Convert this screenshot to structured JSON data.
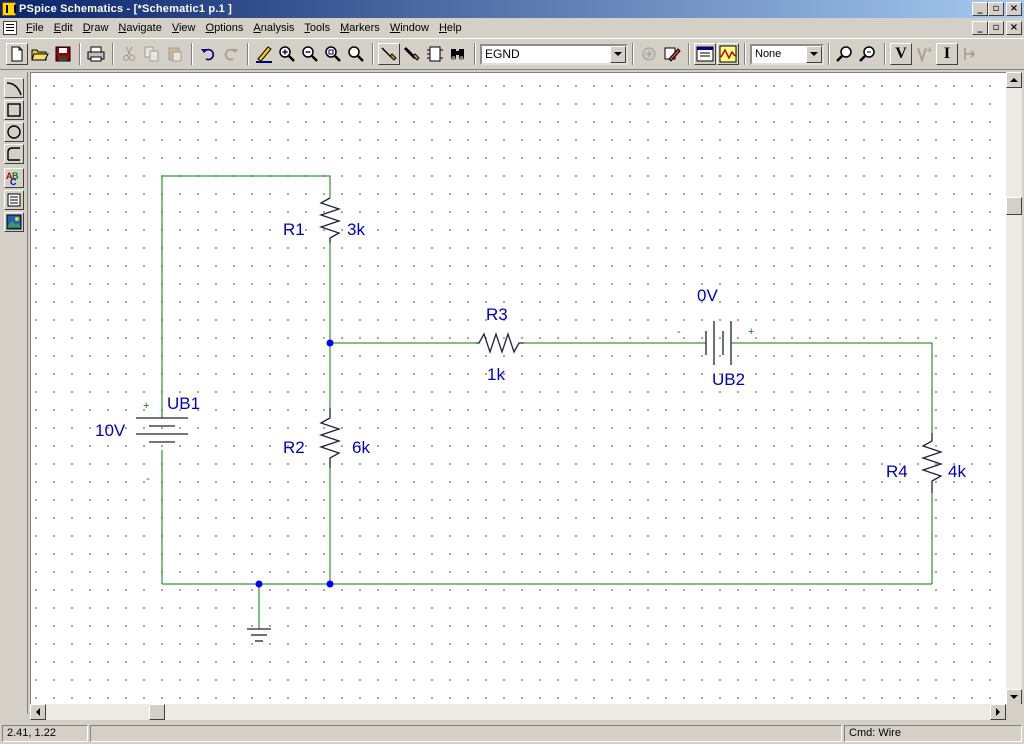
{
  "window": {
    "title": "PSpice Schematics - [*Schematic1  p.1   ]",
    "controls": [
      "_",
      "▫",
      "×"
    ]
  },
  "menu": {
    "items": [
      {
        "label": "File",
        "key": "F",
        "rest": "ile"
      },
      {
        "label": "Edit",
        "key": "E",
        "rest": "dit"
      },
      {
        "label": "Draw",
        "key": "D",
        "rest": "raw"
      },
      {
        "label": "Navigate",
        "key": "N",
        "rest": "avigate"
      },
      {
        "label": "View",
        "key": "V",
        "rest": "iew"
      },
      {
        "label": "Options",
        "key": "O",
        "rest": "ptions"
      },
      {
        "label": "Analysis",
        "key": "A",
        "rest": "nalysis"
      },
      {
        "label": "Tools",
        "key": "T",
        "rest": "ools"
      },
      {
        "label": "Markers",
        "key": "M",
        "rest": "arkers"
      },
      {
        "label": "Window",
        "key": "W",
        "rest": "indow"
      },
      {
        "label": "Help",
        "key": "H",
        "rest": "elp"
      }
    ]
  },
  "toolbar": {
    "part_combo_value": "EGND",
    "markers_combo_value": "None",
    "text_buttons": [
      "V",
      "I"
    ]
  },
  "schematic": {
    "battery_ub1": {
      "name": "UB1",
      "value": "10V",
      "plus": "+",
      "minus": "-"
    },
    "battery_ub2": {
      "name": "UB2",
      "value": "0V",
      "plus": "+",
      "minus": "-"
    },
    "r1": {
      "name": "R1",
      "value": "3k"
    },
    "r2": {
      "name": "R2",
      "value": "6k"
    },
    "r3": {
      "name": "R3",
      "value": "1k"
    },
    "r4": {
      "name": "R4",
      "value": "4k"
    },
    "colors": {
      "wire": "#008000",
      "label": "#0000c0",
      "part": "#202040",
      "junction": "#0000ff"
    }
  },
  "status": {
    "coords": "2.41, 1.22",
    "middle": "",
    "command": "Cmd: Wire"
  }
}
